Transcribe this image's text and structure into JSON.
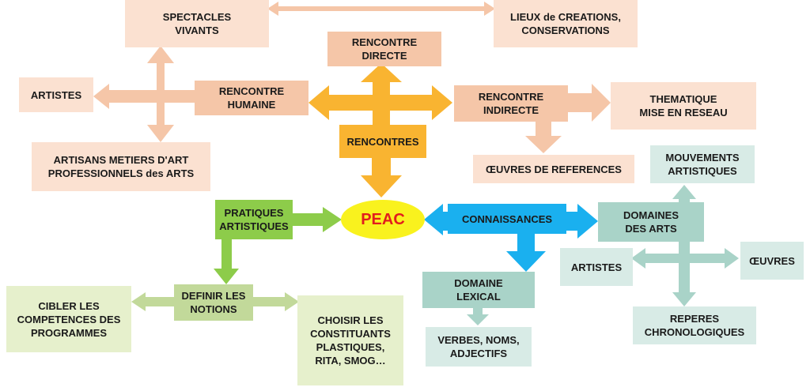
{
  "nodes": {
    "spectacles": "SPECTACLES\nVIVANTS",
    "lieux": "LIEUX de CREATIONS,\nCONSERVATIONS",
    "rencontre_directe": "RENCONTRE\nDIRECTE",
    "artistes_left": "ARTISTES",
    "rencontre_humaine": "RENCONTRE\nHUMAINE",
    "rencontre_indirecte": "RENCONTRE\nINDIRECTE",
    "thematique": "THEMATIQUE\nMISE EN RESEAU",
    "rencontres": "RENCONTRES",
    "artisans": "ARTISANS METIERS D'ART\nPROFESSIONNELS des ARTS",
    "oeuvres_ref": "ŒUVRES DE REFERENCES",
    "mouvements": "MOUVEMENTS\nARTISTIQUES",
    "pratiques": "PRATIQUES\nARTISTIQUES",
    "peac": "PEAC",
    "connaissances": "CONNAISSANCES",
    "domaines_arts": "DOMAINES\nDES ARTS",
    "artistes_right": "ARTISTES",
    "oeuvres_right": "ŒUVRES",
    "definir": "DEFINIR LES\nNOTIONS",
    "cibler": "CIBLER LES\nCOMPETENCES DES\nPROGRAMMES",
    "choisir": "CHOISIR LES\nCONSTITUANTS\nPLASTIQUES,\nRITA, SMOG…",
    "domaine_lexical": "DOMAINE\nLEXICAL",
    "verbes": "VERBES, NOMS,\nADJECTIFS",
    "reperes": "REPERES\nCHRONOLOGIQUES"
  },
  "colors": {
    "peach_light": "#fbe1d1",
    "peach_arrow": "#f5c6a8",
    "orange": "#f9b431",
    "green": "#8dcc4a",
    "green_light": "#c2d99a",
    "blue": "#1ab0ef",
    "teal": "#a9d3c8",
    "teal_light": "#d8ebe6",
    "peac_fill": "#f9f21e",
    "peac_text": "#e21d1d"
  }
}
